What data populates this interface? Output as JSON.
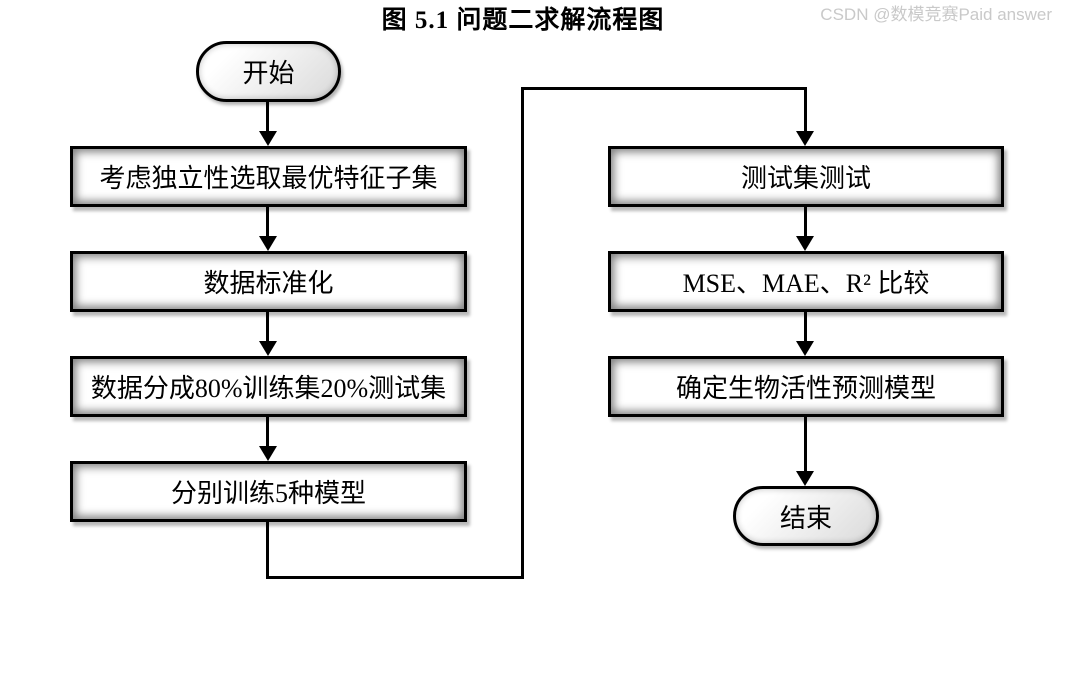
{
  "flowchart": {
    "start": {
      "label": "开始"
    },
    "end": {
      "label": "结束"
    },
    "left_column": [
      "考虑独立性选取最优特征子集",
      "数据标准化",
      "数据分成80%训练集20%测试集",
      "分别训练5种模型"
    ],
    "right_column": [
      "测试集测试",
      "MSE、MAE、R² 比较",
      "确定生物活性预测模型"
    ],
    "colors": {
      "node_border": "#000000",
      "node_fill": "#ffffff",
      "stadium_fill": "#e4e4e4",
      "line": "#000000"
    }
  },
  "caption": "图 5.1 问题二求解流程图",
  "watermark": "CSDN @数模竞赛Paid answer"
}
